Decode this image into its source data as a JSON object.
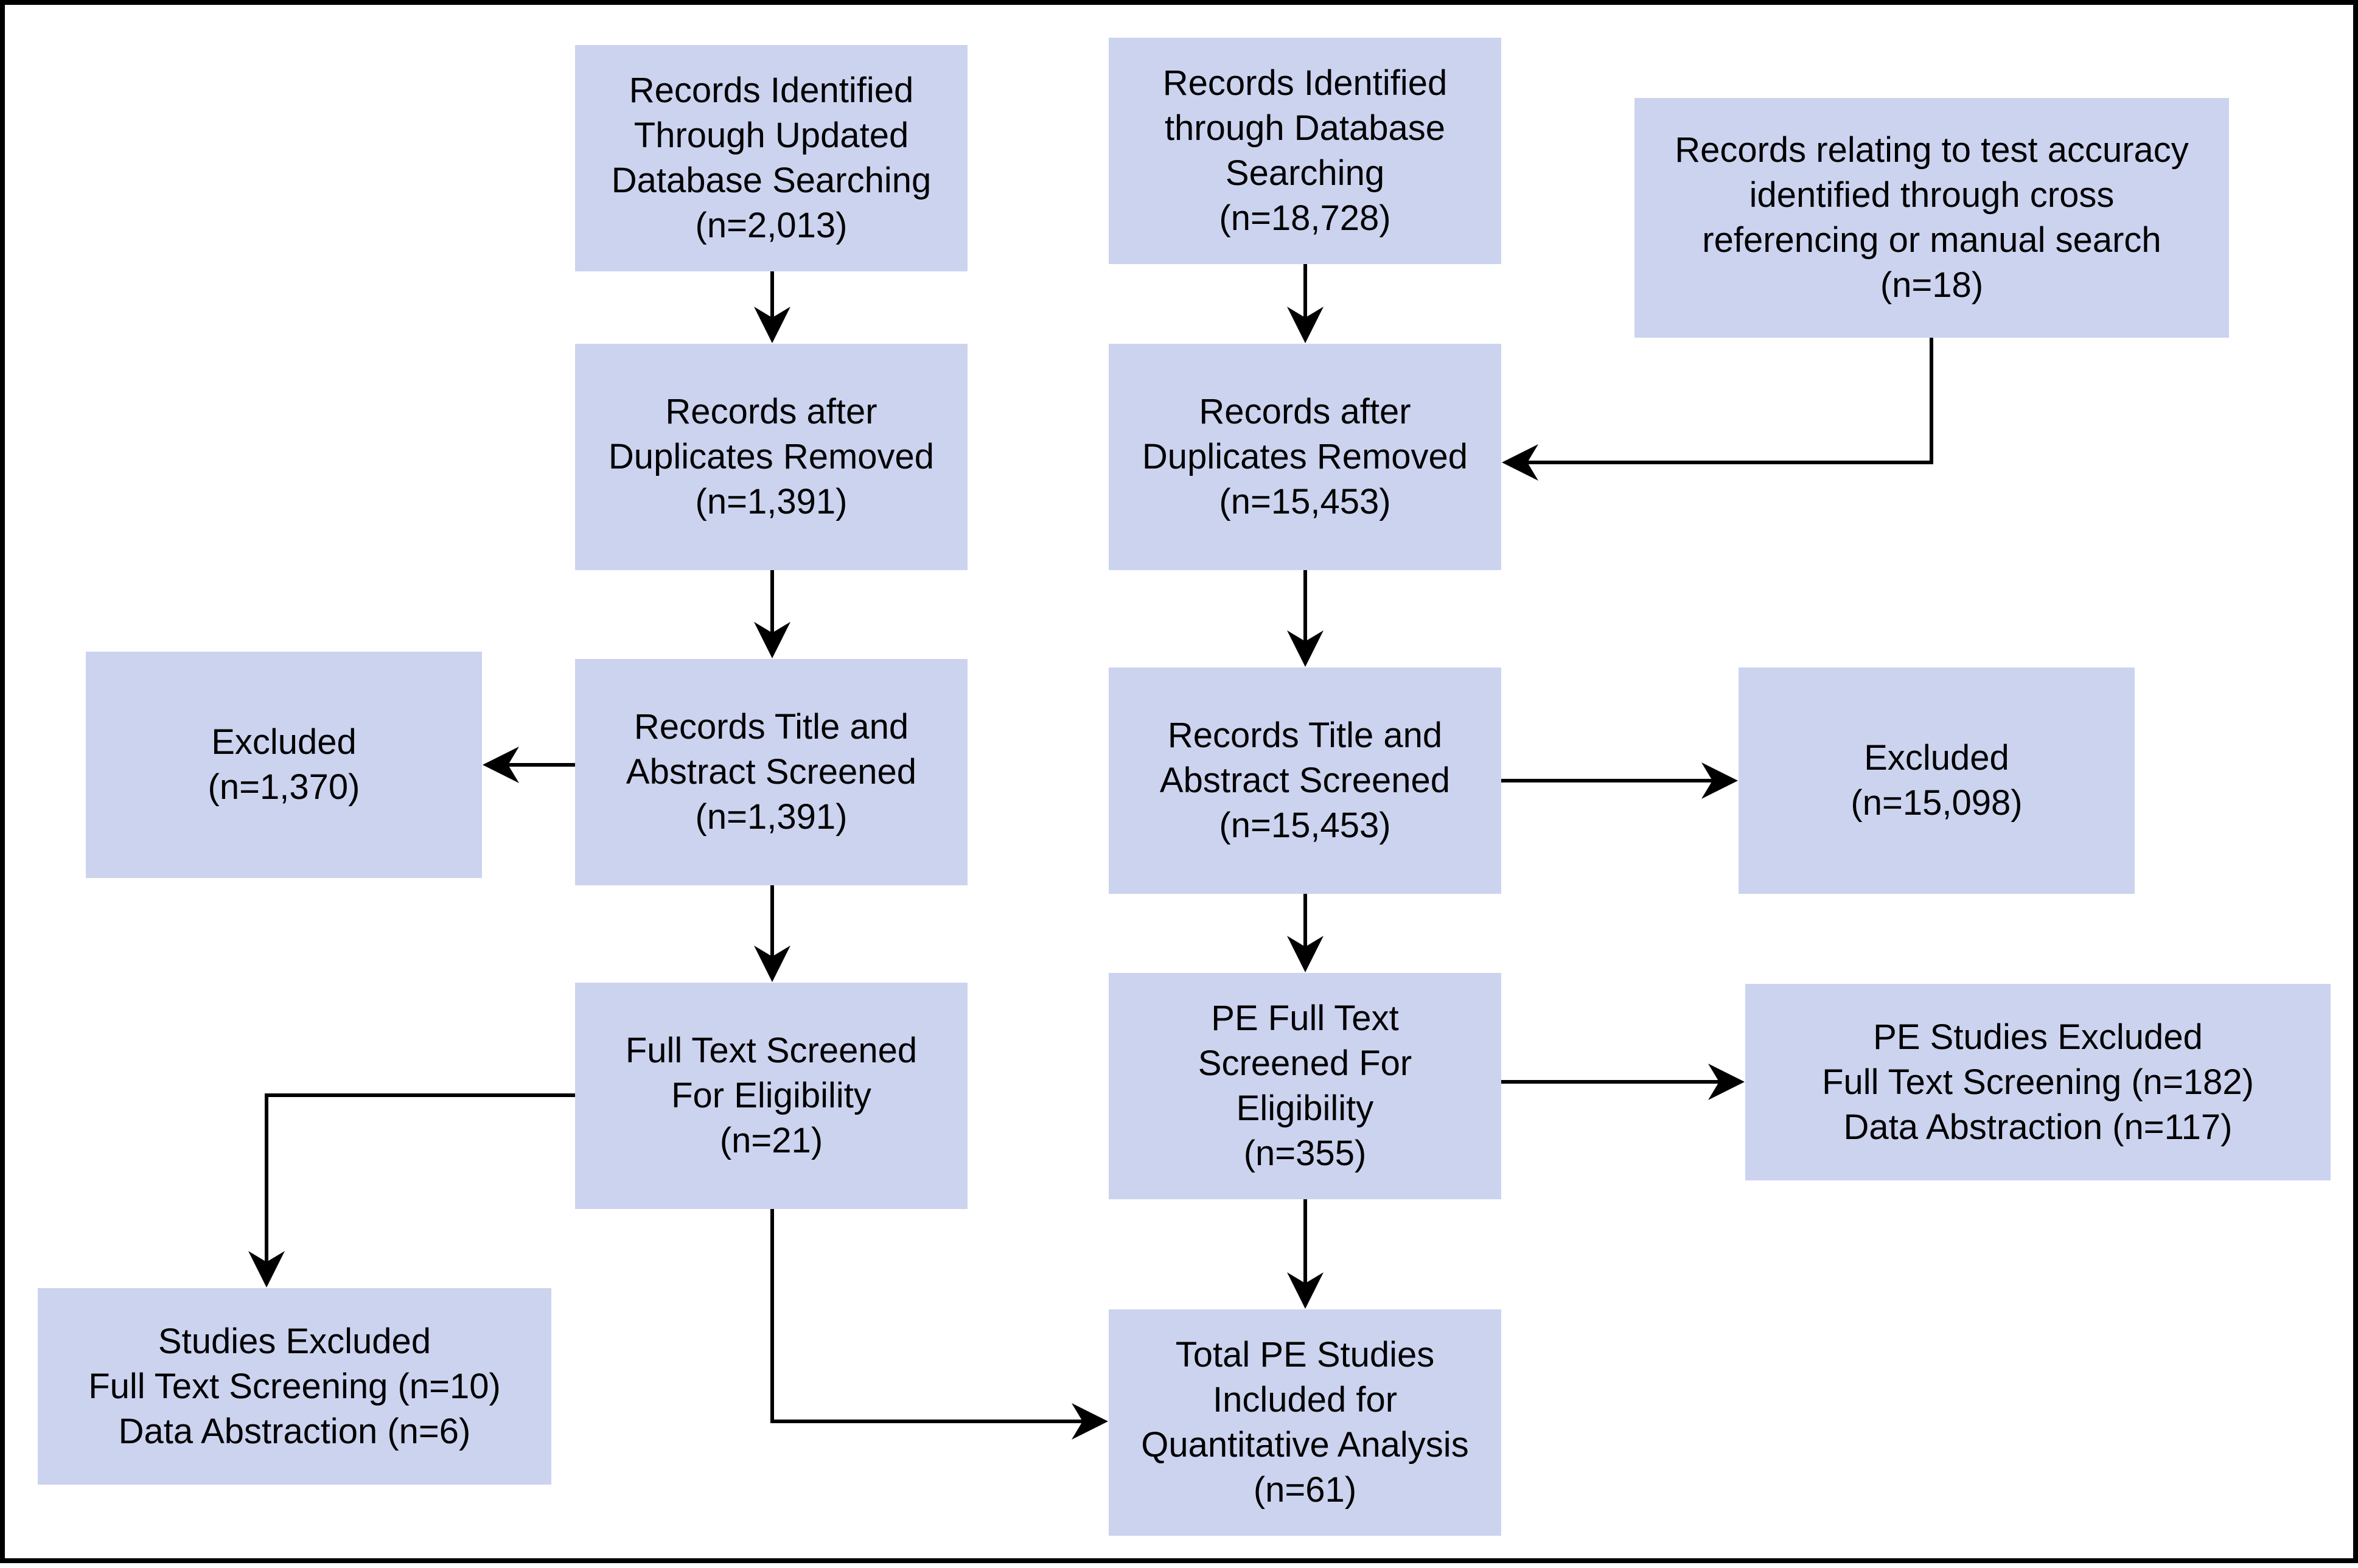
{
  "colors": {
    "box_fill": "#ccd3ef",
    "line": "#000000",
    "frame": "#000000",
    "background": "#ffffff"
  },
  "boxes": {
    "updated_search": {
      "lines": [
        "Records Identified",
        "Through Updated",
        "Database Searching",
        "(n=2,013)"
      ]
    },
    "db_search": {
      "lines": [
        "Records Identified",
        "through Database",
        "Searching",
        "(n=18,728)"
      ]
    },
    "cross_ref": {
      "lines": [
        "Records relating to test accuracy",
        "identified through cross",
        "referencing or manual search",
        "(n=18)"
      ]
    },
    "left_dedup": {
      "lines": [
        "Records after",
        "Duplicates Removed",
        "(n=1,391)"
      ]
    },
    "mid_dedup": {
      "lines": [
        "Records after",
        "Duplicates Removed",
        "(n=15,453)"
      ]
    },
    "left_excluded": {
      "lines": [
        "Excluded",
        "(n=1,370)"
      ]
    },
    "left_screened": {
      "lines": [
        "Records Title and",
        "Abstract Screened",
        "(n=1,391)"
      ]
    },
    "mid_screened": {
      "lines": [
        "Records Title and",
        "Abstract Screened",
        "(n=15,453)"
      ]
    },
    "right_excluded": {
      "lines": [
        "Excluded",
        "(n=15,098)"
      ]
    },
    "left_fulltext": {
      "lines": [
        "Full Text Screened",
        "For Eligibility",
        "(n=21)"
      ]
    },
    "mid_fulltext": {
      "lines": [
        "PE Full Text",
        "Screened For",
        "Eligibility",
        "(n=355)"
      ]
    },
    "right_pe_excluded": {
      "lines": [
        "PE Studies Excluded",
        "Full Text Screening (n=182)",
        "Data Abstraction (n=117)"
      ]
    },
    "left_studies_excluded": {
      "lines": [
        "Studies Excluded",
        "Full Text Screening (n=10)",
        "Data Abstraction (n=6)"
      ]
    },
    "total_included": {
      "lines": [
        "Total PE Studies",
        "Included for",
        "Quantitative Analysis",
        "(n=61)"
      ]
    }
  }
}
